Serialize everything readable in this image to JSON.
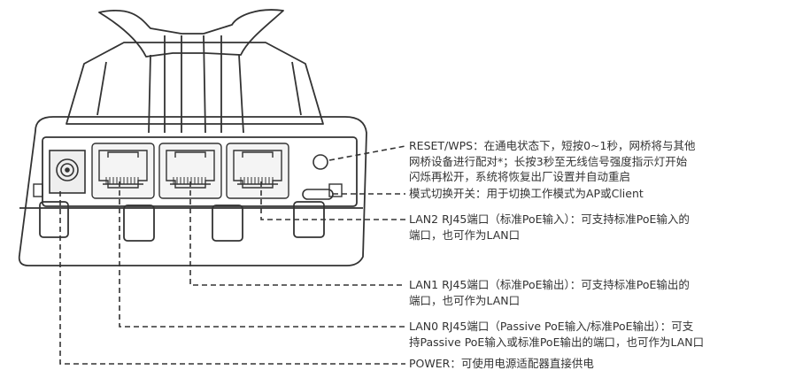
{
  "callouts": {
    "reset": "RESET/WPS：在通电状态下，短按0~1秒，网桥将与其他\n网桥设备进行配对*；长按3秒至无线信号强度指示灯开始\n闪烁再松开，系统将恢复出厂设置并自动重启",
    "mode_switch": "模式切换开关：用于切换工作模式为AP或Client",
    "lan2": "LAN2 RJ45端口（标准PoE输入）：可支持标准PoE输入的\n端口，也可作为LAN口",
    "lan1": "LAN1 RJ45端口（标准PoE输出）：可支持标准PoE输出的\n端口，也可作为LAN口",
    "lan0": "LAN0 RJ45端口（Passive PoE输入/标准PoE输出）：可支\n持Passive PoE输入或标准PoE输出的端口，也可作为LAN口",
    "power": "POWER：可使用电源适配器直接供电"
  },
  "colors": {
    "line": "#333333",
    "text": "#333333"
  }
}
